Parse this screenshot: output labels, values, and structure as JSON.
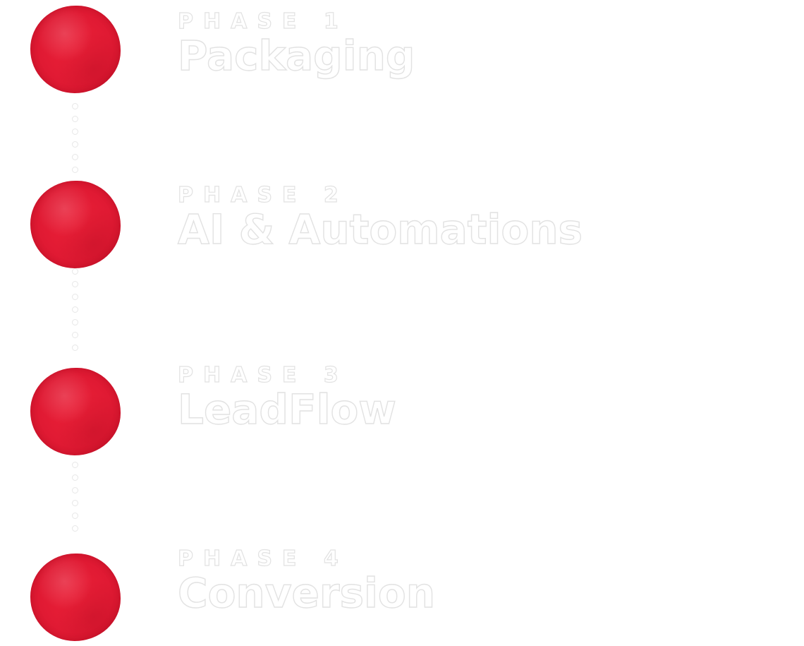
{
  "accent_color": "#e01a33",
  "phases": [
    {
      "label": "PHASE 1",
      "title": "Packaging"
    },
    {
      "label": "PHASE 2",
      "title": "AI & Automations"
    },
    {
      "label": "PHASE 3",
      "title": "LeadFlow"
    },
    {
      "label": "PHASE 4",
      "title": "Conversion"
    }
  ]
}
